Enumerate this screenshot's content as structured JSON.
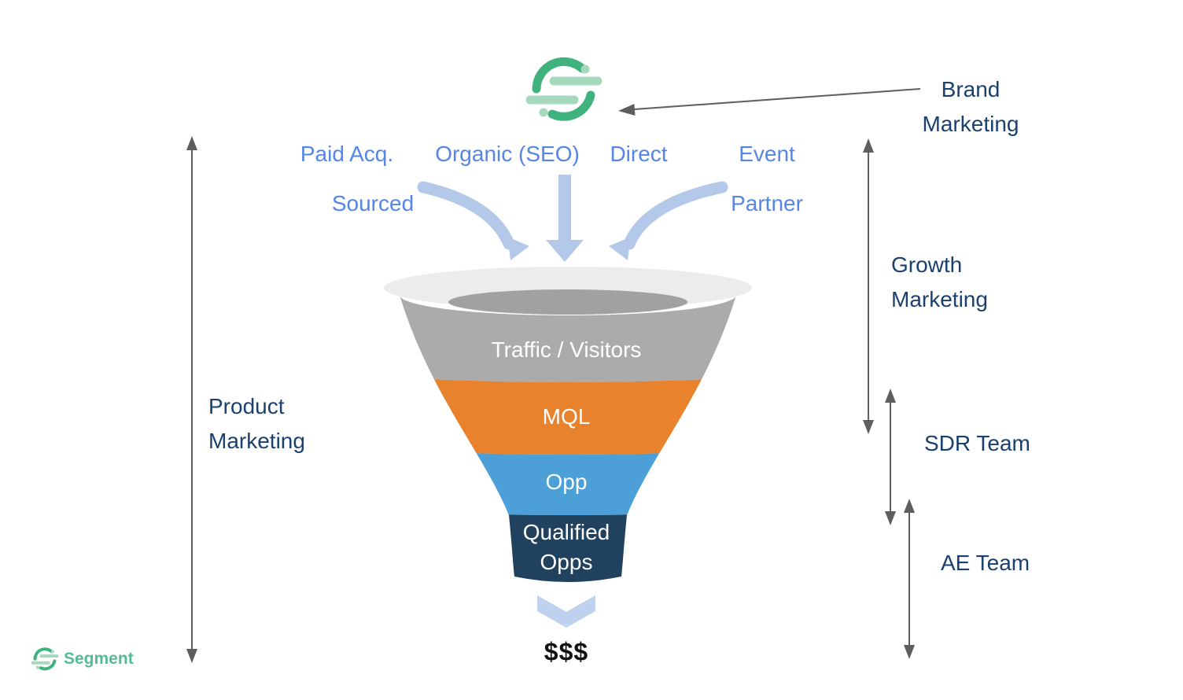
{
  "channels": {
    "paid_acq": "Paid Acq.",
    "organic": "Organic (SEO)",
    "direct": "Direct",
    "event": "Event",
    "sourced": "Sourced",
    "partner": "Partner"
  },
  "teams": {
    "brand": "Brand Marketing",
    "growth": "Growth Marketing",
    "product": "Product Marketing",
    "sdr": "SDR Team",
    "ae": "AE Team"
  },
  "funnel": {
    "stages": [
      {
        "label": "Traffic / Visitors",
        "color": "#ABABAB"
      },
      {
        "label": "MQL",
        "color": "#E8822D"
      },
      {
        "label": "Opp",
        "color": "#4D9FD7"
      },
      {
        "label": "Qualified Opps",
        "color": "#21425F"
      }
    ],
    "output": "$$$"
  },
  "footer": {
    "wordmark": "Segment"
  },
  "colors": {
    "accent_blue_text": "#5585E6",
    "navy_text": "#1A406E",
    "channel_arrow_blue": "#B4C9EA",
    "chevron_blue": "#BED1EE",
    "funnel_rim": "#ECECEE",
    "funnel_rim_inner": "#A1A1A1",
    "segment_green_dark": "#3FB27E",
    "segment_green_light": "#A6D8BE",
    "segment_wordmark_green": "#52BD95",
    "gray_arrow": "#5E5E5E",
    "money_text": "#111111"
  }
}
